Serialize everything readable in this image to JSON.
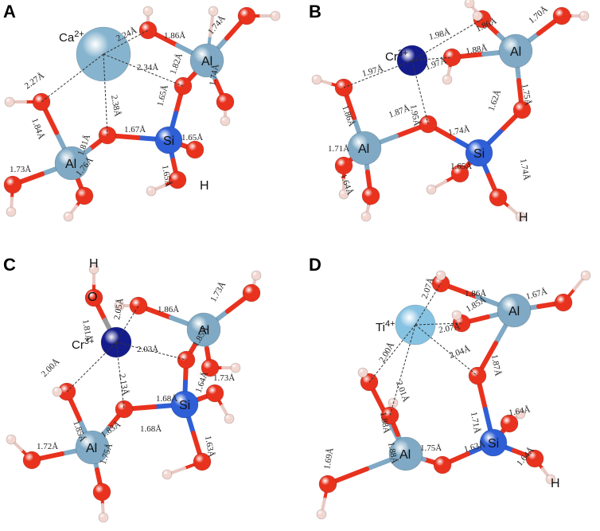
{
  "colors": {
    "oxygen": "#e8321e",
    "hydrogen": "#f2d6d0",
    "aluminum": "#7fa9c4",
    "silicon": "#2f5fd6",
    "calcium": "#86b4cf",
    "chromium": "#141c8c",
    "titanium": "#86c2e2"
  },
  "panels": [
    {
      "letter": "A",
      "labels": {
        "ion": "Ca",
        "ion_charge": "2+",
        "al1": "Al",
        "al2": "Al",
        "si": "Si",
        "h": "H"
      },
      "bonds": [
        "2.24Å",
        "1.86Å",
        "1.74Å",
        "2.34Å",
        "1.82Å",
        "2.27Å",
        "2.38Å",
        "1.65Å",
        "1.74Å",
        "1.84Å",
        "1.67Å",
        "1.65Å",
        "1.81Å",
        "1.73Å",
        "1.76Å",
        "1.65Å"
      ]
    },
    {
      "letter": "B",
      "labels": {
        "ion": "Cr",
        "ion_charge": "3+",
        "al1": "Al",
        "al2": "Al",
        "si": "Si",
        "h": "H"
      },
      "bonds": [
        "1.98Å",
        "1.86Å",
        "1.70Å",
        "1.97Å",
        "1.88Å",
        "1.97Å",
        "1.95Å",
        "1.75Å",
        "1.86Å",
        "1.87Å",
        "1.74Å",
        "1.62Å",
        "1.71Å",
        "1.74Å",
        "1.65Å",
        "1.64Å"
      ]
    },
    {
      "letter": "C",
      "labels": {
        "ion": "Cr",
        "ion_charge": "3+",
        "al1": "Al",
        "al2": "Al",
        "si": "Si",
        "h": "H",
        "o": "O"
      },
      "bonds": [
        "1.81Å",
        "2.05Å",
        "1.86Å",
        "1.73Å",
        "2.03Å",
        "1.85Å",
        "1.73Å",
        "2.00Å",
        "2.13Å",
        "1.68Å",
        "1.64Å",
        "1.85Å",
        "1.68Å",
        "1.83Å",
        "1.72Å",
        "1.75Å",
        "1.63Å"
      ]
    },
    {
      "letter": "D",
      "labels": {
        "ion": "Ti",
        "ion_charge": "4+",
        "al1": "Al",
        "al2": "Al",
        "si": "Si",
        "h": "H"
      },
      "bonds": [
        "1.86Å",
        "2.07Å",
        "1.85Å",
        "1.67Å",
        "2.07Å",
        "2.00Å",
        "2.04Å",
        "1.87Å",
        "2.01Å",
        "1.88Å",
        "1.88Å",
        "1.71Å",
        "1.64Å",
        "1.75Å",
        "1.63Å",
        "1.69Å",
        "1.64Å"
      ]
    }
  ]
}
